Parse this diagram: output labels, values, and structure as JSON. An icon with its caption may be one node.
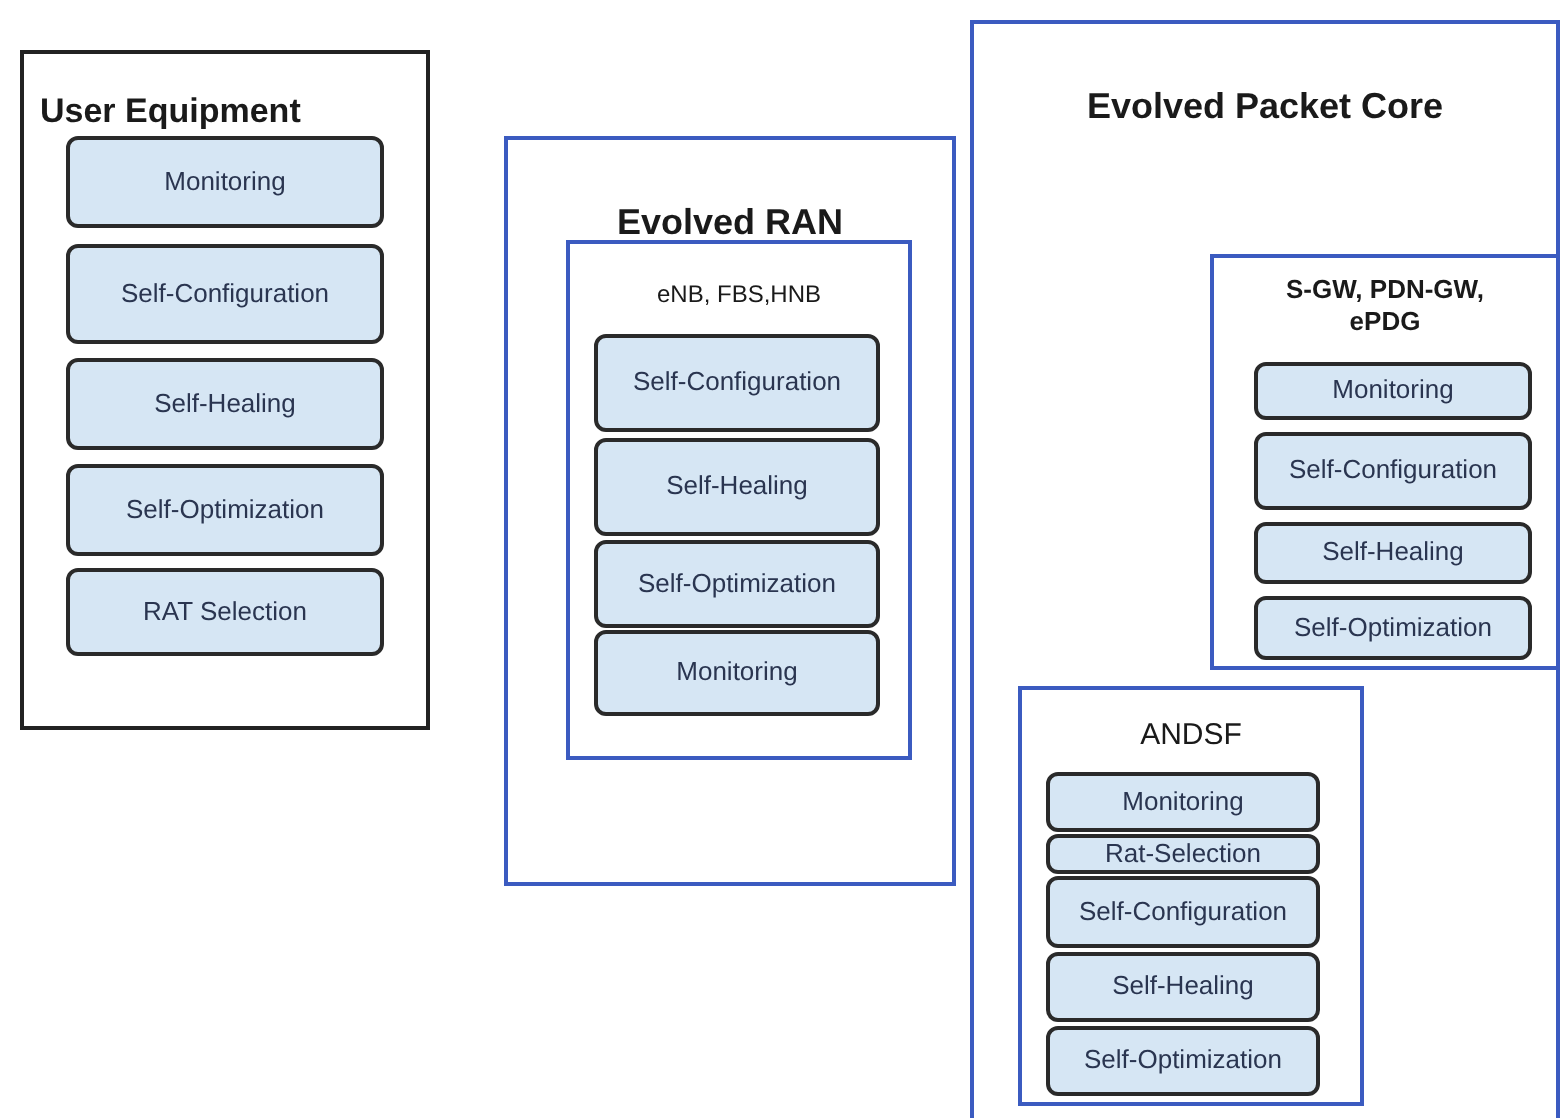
{
  "diagram": {
    "nodes": [
      {
        "text": [
          "User Equipment"
        ]
      },
      {
        "text": [
          "Monitoring"
        ],
        "in": 0
      },
      {
        "text": [
          "Self-Configuration"
        ],
        "in": 0
      },
      {
        "text": [
          "Self-Healing"
        ],
        "in": 0
      },
      {
        "text": [
          "Self-Optimization"
        ],
        "in": 0
      },
      {
        "text": [
          "RAT Selection"
        ],
        "in": 0
      },
      {
        "text": [
          "Evolved RAN"
        ]
      },
      {
        "text": [
          "eNB, FBS,HNB"
        ],
        "in": 6
      },
      {
        "text": [
          "Self-Configuration"
        ],
        "in": 7
      },
      {
        "text": [
          "Self-Healing"
        ],
        "in": 7
      },
      {
        "text": [
          "Self-Optimization"
        ],
        "in": 7
      },
      {
        "text": [
          "Monitoring"
        ],
        "in": 7
      },
      {
        "text": [
          "Evolved Packet Core"
        ]
      },
      {
        "text": [
          "S-GW, PDN-GW, ePDG"
        ],
        "in": 12
      },
      {
        "text": [
          "Monitoring"
        ],
        "in": 13
      },
      {
        "text": [
          "Self-Configuration"
        ],
        "in": 13
      },
      {
        "text": [
          "Self-Healing"
        ],
        "in": 13
      },
      {
        "text": [
          "Self-Optimization"
        ],
        "in": 13
      },
      {
        "text": [
          "ANDSF"
        ],
        "in": 12
      },
      {
        "text": [
          "Monitoring"
        ],
        "in": 18
      },
      {
        "text": [
          "Rat-Selection"
        ],
        "in": 18
      },
      {
        "text": [
          "Self-Configuration"
        ],
        "in": 18
      },
      {
        "text": [
          "Self-Healing"
        ],
        "in": 18
      },
      {
        "text": [
          "Self-Optimization"
        ],
        "in": 18
      }
    ]
  }
}
